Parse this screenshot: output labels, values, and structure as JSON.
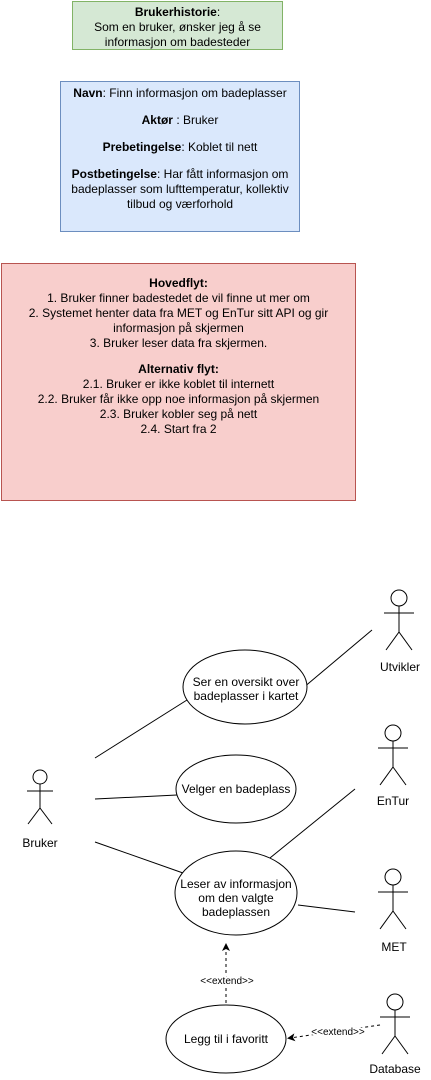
{
  "user_story": {
    "title": "Brukerhistorie",
    "line1": "Som en bruker, ønsker jeg å se",
    "line2": "informasjon om badesteder"
  },
  "use_case": {
    "name_label": "Navn",
    "name_value": "Finn informasjon om badeplasser",
    "actor_label": "Aktør",
    "actor_value": "Bruker",
    "pre_label": "Prebetingelse",
    "pre_value": "Koblet til nett",
    "post_label": "Postbetingelse",
    "post_value_1": "Har fått informasjon om",
    "post_value_2": "badeplasser som lufttemperatur, kollektiv",
    "post_value_3": "tilbud og værforhold"
  },
  "flow": {
    "main_title": "Hovedflyt:",
    "main_1": "1. Bruker finner badestedet de vil finne ut mer om",
    "main_2a": "2. Systemet henter data fra MET og EnTur sitt API og gir",
    "main_2b": "informasjon på skjermen",
    "main_3": "3. Bruker leser data fra skjermen.",
    "alt_title": "Alternativ flyt:",
    "alt_1": "2.1. Bruker er ikke koblet til internett",
    "alt_2": "2.2. Bruker får ikke opp noe informasjon på skjermen",
    "alt_3": "2.3. Bruker kobler seg på nett",
    "alt_4": "2.4. Start fra 2"
  },
  "diagram": {
    "actors": {
      "bruker": "Bruker",
      "utvikler": "Utvikler",
      "entur": "EnTur",
      "met": "MET",
      "database": "Database"
    },
    "use_cases": {
      "oversikt_1": "Ser en oversikt over",
      "oversikt_2": "badeplasser i kartet",
      "velger": "Velger en badeplass",
      "leser_1": "Leser av informasjon",
      "leser_2": "om den valgte",
      "leser_3": "badeplassen",
      "favoritt": "Legg til i favoritt"
    },
    "extend_label": "<<extend>>"
  }
}
